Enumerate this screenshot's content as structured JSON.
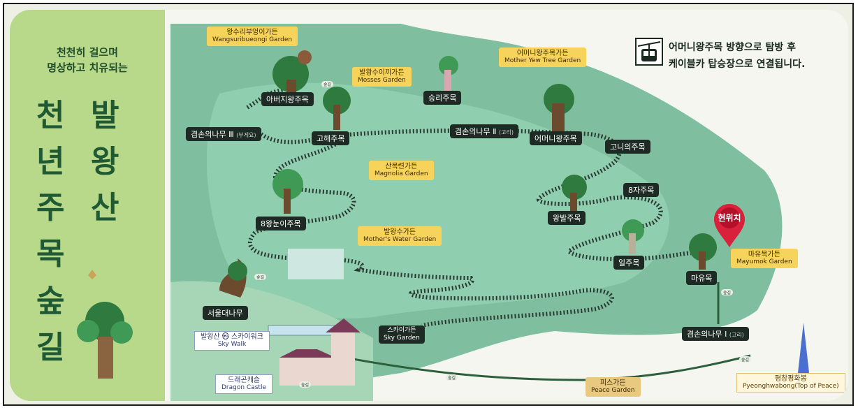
{
  "panel": {
    "subtitle_line1": "천천히 걸으며",
    "subtitle_line2": "명상하고 치유되는",
    "title_col_left": [
      "천",
      "년",
      "주",
      "목",
      "숲",
      "길"
    ],
    "title_col_right": [
      "발",
      "왕",
      "산"
    ]
  },
  "notice": {
    "line1": "어머니왕주목 방향으로 탐방 후",
    "line2": "케이블카 탑승장으로 연결됩니다.",
    "icon": "cable-car-icon"
  },
  "current_location": "현위치",
  "stops": {
    "abeoji": "아버지왕주목",
    "seungni": "승리주목",
    "gyeomson3": "겸손의나무 Ⅲ",
    "gyeomson3_note": "(부게요)",
    "gohae": "고해주목",
    "gyeomson2": "겸손의나무 Ⅱ",
    "gyeomson2_note": "(고리)",
    "eomeoni": "어머니왕주목",
    "goni": "고니의주목",
    "pal_s": "8자주목",
    "wangbal": "왕발주목",
    "palwangnun": "8왕눈이주목",
    "il": "일주목",
    "mayu": "마유목",
    "seoul": "서울대나무",
    "gyeomson1": "겸손의나무 Ⅰ",
    "gyeomson1_note": "(고리)"
  },
  "gardens": {
    "wangsuri": {
      "ko": "왕수리부엉이가든",
      "en": "Wangsuribueongi Garden"
    },
    "mosses": {
      "ko": "발왕수이끼가든",
      "en": "Mosses Garden"
    },
    "motheryew": {
      "ko": "어머니왕주목가든",
      "en": "Mother Yew Tree Garden"
    },
    "magnolia": {
      "ko": "산목련가든",
      "en": "Magnolia Garden"
    },
    "motherswater": {
      "ko": "발왕수가든",
      "en": "Mother's Water Garden"
    },
    "mayumok": {
      "ko": "마유목가든",
      "en": "Mayumok Garden"
    },
    "sky": {
      "ko": "스카이가든",
      "en": "Sky Garden"
    },
    "peace": {
      "ko": "피스가든",
      "en": "Peace Garden"
    }
  },
  "tags": {
    "skywalk": {
      "ko": "발왕산 ㉿ 스카이워크",
      "en": "Sky Walk"
    },
    "dragon": {
      "ko": "드래곤캐슬",
      "en": "Dragon Castle"
    },
    "peace_tower": {
      "ko": "평창평화봉",
      "en": "Pyeonghwabong(Top of Peace)"
    }
  },
  "hints": [
    "숲길",
    "숲길",
    "숲길",
    "숲길",
    "숲길",
    "숲길"
  ],
  "colors": {
    "panel_green": "#b9d98a",
    "map_green": "#7fbf9f",
    "title_green": "#1f5a34",
    "label_dark": "#1e2a24",
    "garden_yellow": "#f6d35a",
    "pin_red": "#d8213a"
  }
}
